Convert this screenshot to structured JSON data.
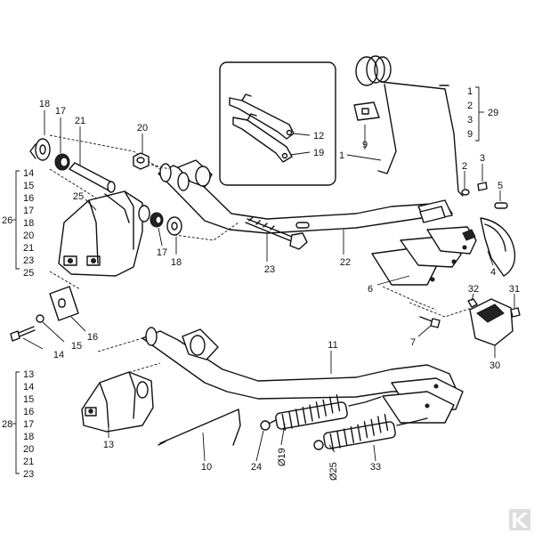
{
  "labels": {
    "l18a": "18",
    "l17a": "17",
    "l21": "21",
    "l20": "20",
    "l25": "25",
    "l17b": "17",
    "l18b": "18",
    "l23": "23",
    "l22": "22",
    "l12": "12",
    "l19": "19",
    "l9": "9",
    "l1": "1",
    "g29_1": "1",
    "g29_2": "2",
    "g29_3": "3",
    "g29_9": "9",
    "l29": "29",
    "l2": "2",
    "l3": "3",
    "l5": "5",
    "l4": "4",
    "l6": "6",
    "l32": "32",
    "l31": "31",
    "l30": "30",
    "l7": "7",
    "l16": "16",
    "l15": "15",
    "l14": "14",
    "l11": "11",
    "l13": "13",
    "l10": "10",
    "l24": "24",
    "l33": "33",
    "d19": "Ø19",
    "d25": "Ø25",
    "l26": "26",
    "l28": "28"
  },
  "groups": {
    "g26": [
      "14",
      "15",
      "16",
      "17",
      "18",
      "20",
      "21",
      "23",
      "25"
    ],
    "g28": [
      "13",
      "14",
      "15",
      "16",
      "17",
      "18",
      "20",
      "21",
      "23"
    ]
  }
}
